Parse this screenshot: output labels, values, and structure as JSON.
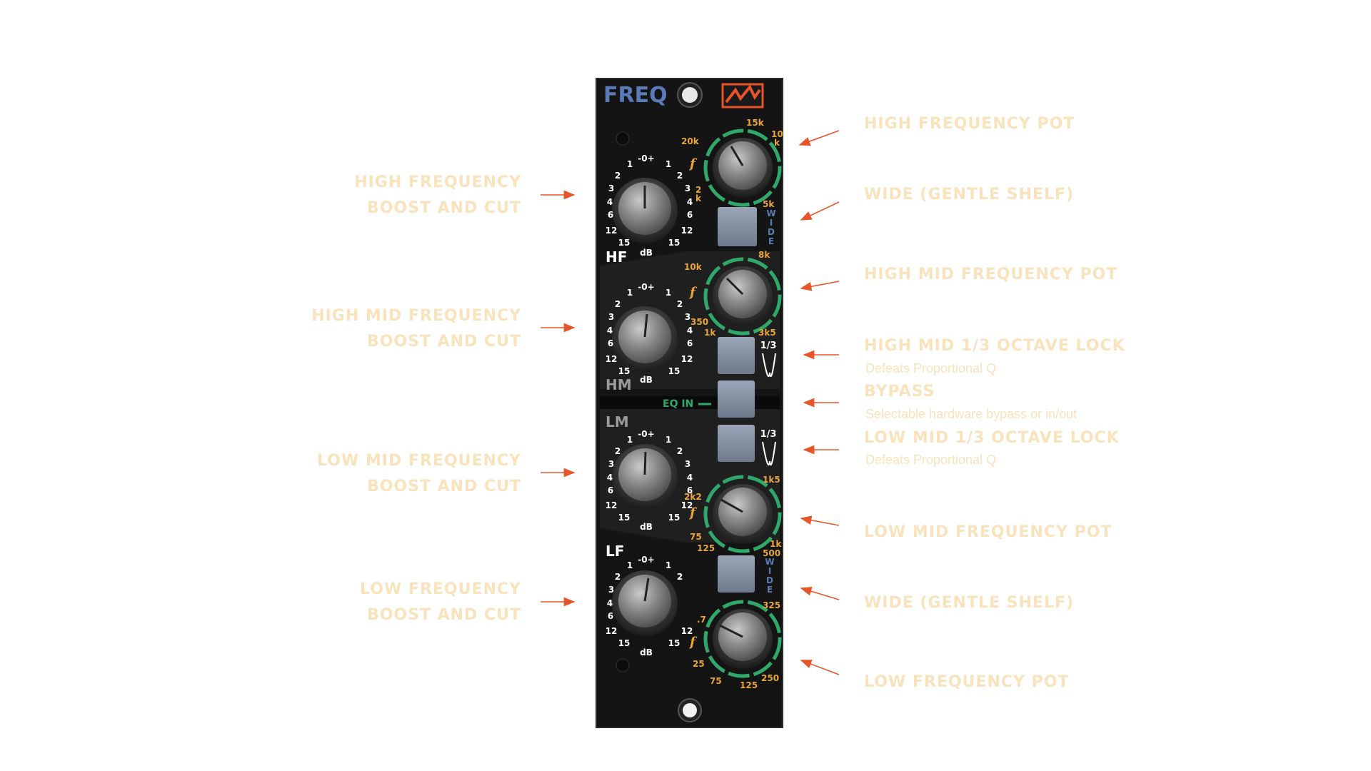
{
  "module": {
    "brand": "FREQ",
    "sections": {
      "hf": "HF",
      "hm": "HM",
      "lm": "LM",
      "lf": "LF"
    },
    "eq_in": "EQ IN",
    "wide": [
      "W",
      "I",
      "D",
      "E"
    ],
    "third": "1/3",
    "db_unit": "dB",
    "gain_scale": {
      "center": "-0+",
      "one": "1",
      "two": "2",
      "three": "3",
      "four": "4",
      "six": "6",
      "twelve": "12",
      "fifteen": "15"
    },
    "hf_freq": {
      "a": "20k",
      "b": "15k",
      "c": "10",
      "c2": "k",
      "d": "2",
      "d2": "k",
      "e": "5k"
    },
    "hm_freq": {
      "a": "10k",
      "b": "8k",
      "c": "350",
      "d": "1k",
      "e": "3k5"
    },
    "lm_freq": {
      "a": "2k2",
      "b": "1k5",
      "c": "75",
      "d": "125",
      "e": "1k",
      "f": "500"
    },
    "lf_freq": {
      "a": ".7",
      "b": "325",
      "c": "25",
      "d": "75",
      "e": "125",
      "f": "250"
    },
    "f_symbol": "f",
    "colors": {
      "panel": "#141414",
      "green": "#2fa86a",
      "gold": "#e8a63a",
      "blue": "#5a7ab8",
      "callout": "#f8e3bc",
      "arrow": "#e8552a"
    }
  },
  "callouts": {
    "hf_pot": "HIGH FREQUENCY POT",
    "wide_top": "WIDE (GENTLE SHELF)",
    "hm_pot": "HIGH MID FREQUENCY POT",
    "hm_lock": "HIGH MID 1/3 OCTAVE LOCK",
    "hm_lock_sub": "Defeats Proportional Q",
    "bypass": "BYPASS",
    "bypass_sub": "Selectable hardware bypass or in/out",
    "lm_lock": "LOW MID 1/3 OCTAVE LOCK",
    "lm_lock_sub": "Defeats Proportional Q",
    "lm_pot": "LOW MID FREQUENCY POT",
    "wide_bottom": "WIDE (GENTLE SHELF)",
    "lf_pot": "LOW FREQUENCY POT",
    "hf_gain_1": "HIGH FREQUENCY",
    "hf_gain_2": "BOOST AND CUT",
    "hm_gain_1": "HIGH MID FREQUENCY",
    "hm_gain_2": "BOOST AND CUT",
    "lm_gain_1": "LOW MID FREQUENCY",
    "lm_gain_2": "BOOST AND CUT",
    "lf_gain_1": "LOW FREQUENCY",
    "lf_gain_2": "BOOST AND CUT"
  }
}
